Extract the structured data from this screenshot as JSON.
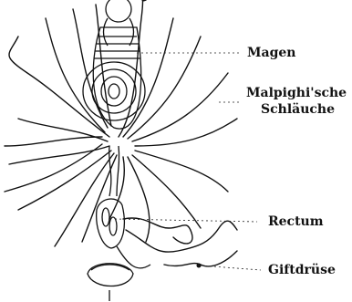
{
  "labels": {
    "magen": "Magen",
    "malpighi_line1": "Malpighi'sche",
    "malpighi_line2": "Schläuche",
    "rectum": "Rectum",
    "giftdruese": "Giftdrüse"
  }
}
